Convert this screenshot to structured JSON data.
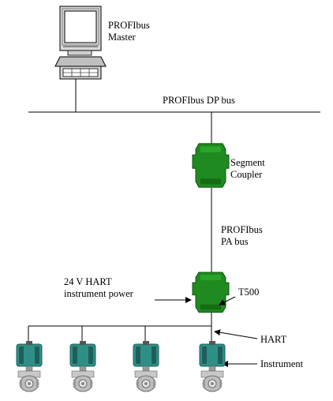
{
  "labels": {
    "master": [
      "PROFIbus",
      "Master"
    ],
    "dp_bus": "PROFIbus DP bus",
    "segment_coupler": [
      "Segment",
      "Coupler"
    ],
    "pa_bus": [
      "PROFIbus",
      "PA bus"
    ],
    "hart_power": [
      "24 V HART",
      "instrument power"
    ],
    "t500": "T500",
    "hart": "HART",
    "instrument": "Instrument"
  },
  "colors": {
    "module_green": "#1f8a1f",
    "module_green_dark": "#0f5a0f",
    "instrument_teal": "#2f8f86",
    "instrument_teal_dark": "#1e5f5a",
    "body_grey": "#b8b8b8",
    "line": "#000000"
  },
  "instruments": {
    "count": 4
  }
}
